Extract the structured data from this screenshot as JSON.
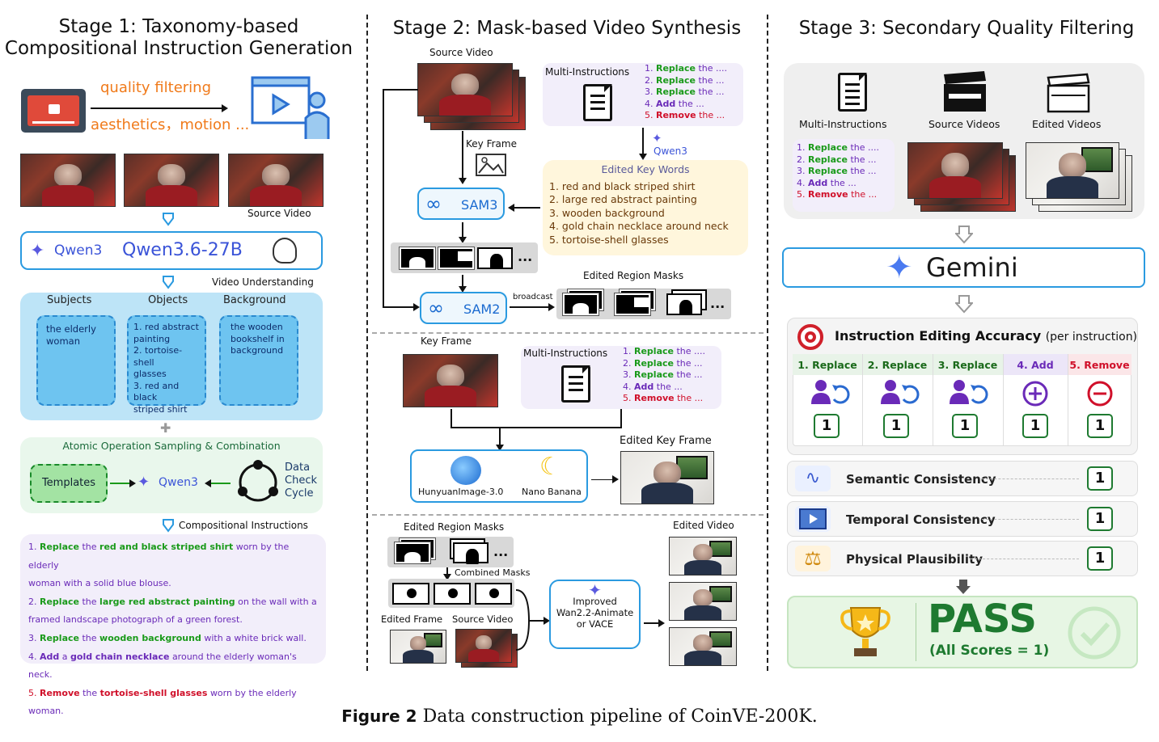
{
  "stage1": {
    "title_line1": "Stage 1: Taxonomy-based",
    "title_line2": "Compositional Instruction Generation",
    "quality_filtering": "quality filtering",
    "aesthetics_motion": "aesthetics，motion ...",
    "source_video": "Source Video",
    "qwen_label": "Qwen3",
    "model_name": "Qwen3.6-27B",
    "video_understanding": "Video Understanding",
    "columns": [
      {
        "header": "Subjects",
        "lines": [
          "the elderly",
          "woman"
        ]
      },
      {
        "header": "Objects",
        "lines": [
          "1. red abstract",
          "painting",
          "2. tortoise-shell",
          "glasses",
          "3. red and black",
          "striped shirt"
        ]
      },
      {
        "header": "Background",
        "lines": [
          "the wooden",
          "bookshelf in",
          "background"
        ]
      }
    ],
    "atomic_title": "Atomic Operation Sampling & Combination",
    "templates": "Templates",
    "qwen3": "Qwen3",
    "cycle_line1": "Data",
    "cycle_line2": "Check",
    "cycle_line3": "Cycle",
    "compositional": "Compositional Instructions",
    "instructions": [
      {
        "num": "1.",
        "op": "Replace",
        "mid": "the",
        "target": "red and black striped shirt",
        "rest": "worn by the elderly",
        "rest2": "woman with a solid blue blouse."
      },
      {
        "num": "2.",
        "op": "Replace",
        "mid": "the",
        "target": "large red abstract painting",
        "rest": "on the wall with a",
        "rest2": "framed landscape photograph of a green forest."
      },
      {
        "num": "3.",
        "op": "Replace",
        "mid": "the",
        "target": "wooden background",
        "rest": "with a white brick wall.",
        "rest2": ""
      },
      {
        "num": "4.",
        "op": "Add",
        "mid": "a",
        "target": "gold chain necklace",
        "rest": "around the elderly woman's neck.",
        "rest2": ""
      },
      {
        "num": "5.",
        "op": "Remove",
        "mid": "the",
        "target": "tortoise-shell glasses",
        "rest": "worn by the elderly woman.",
        "rest2": ""
      }
    ]
  },
  "stage2": {
    "title": "Stage 2: Mask-based Video Synthesis",
    "source_video": "Source Video",
    "multi_instructions": "Multi-Instructions",
    "multi_list": [
      {
        "num": "1.",
        "op": "Replace",
        "rest": "the ...."
      },
      {
        "num": "2.",
        "op": "Replace",
        "rest": "the ..."
      },
      {
        "num": "3.",
        "op": "Replace",
        "rest": "the ..."
      },
      {
        "num": "4.",
        "op": "Add",
        "rest": "the ..."
      },
      {
        "num": "5.",
        "op": "Remove",
        "rest": "the ..."
      }
    ],
    "qwen3": "Qwen3",
    "key_frame": "Key Frame",
    "edited_key_words": "Edited Key Words",
    "key_words": [
      "1. red and black striped shirt",
      "2. large red abstract painting",
      "3. wooden background",
      "4. gold chain necklace around neck",
      "5. tortoise-shell glasses"
    ],
    "sam3": "SAM3",
    "sam2": "SAM2",
    "broadcast": "broadcast",
    "edited_region_masks": "Edited Region Masks",
    "key_frame2": "Key Frame",
    "hunyuan": "HunyuanImage-3.0",
    "nano": "Nano Banana",
    "edited_key_frame": "Edited Key Frame",
    "edited_region_masks2": "Edited Region Masks",
    "combined_masks": "Combined Masks",
    "edited_frame": "Edited Frame",
    "source_video2": "Source Video",
    "improved_line1": "Improved",
    "improved_line2": "Wan2.2-Animate",
    "improved_line3": "or VACE",
    "edited_video": "Edited Video",
    "ellipsis": "..."
  },
  "stage3": {
    "title": "Stage 3: Secondary Quality Filtering",
    "multi_instructions": "Multi-Instructions",
    "source_videos": "Source Videos",
    "edited_videos": "Edited Videos",
    "multi_list": [
      {
        "num": "1.",
        "op": "Replace",
        "rest": "the ...."
      },
      {
        "num": "2.",
        "op": "Replace",
        "rest": "the ..."
      },
      {
        "num": "3.",
        "op": "Replace",
        "rest": "the ..."
      },
      {
        "num": "4.",
        "op": "Add",
        "rest": "the ..."
      },
      {
        "num": "5.",
        "op": "Remove",
        "rest": "the ..."
      }
    ],
    "gemini": "Gemini",
    "accuracy_title": "Instruction Editing Accuracy",
    "accuracy_sub": "(per instruction)",
    "ops": [
      {
        "label": "1. Replace",
        "score": "1",
        "color": "#1a6a1a"
      },
      {
        "label": "2. Replace",
        "score": "1",
        "color": "#1a6a1a"
      },
      {
        "label": "3. Replace",
        "score": "1",
        "color": "#1a6a1a"
      },
      {
        "label": "4. Add",
        "score": "1",
        "color": "#6a2ab8"
      },
      {
        "label": "5. Remove",
        "score": "1",
        "color": "#d0102a"
      }
    ],
    "metrics": [
      {
        "label": "Semantic Consistency",
        "score": "1"
      },
      {
        "label": "Temporal Consistency",
        "score": "1"
      },
      {
        "label": "Physical Plausibility",
        "score": "1"
      }
    ],
    "pass": "PASS",
    "pass_sub": "(All Scores = 1)"
  },
  "caption": {
    "label": "Figure 2",
    "text": "Data construction pipeline of CoinVE-200K."
  },
  "colors": {
    "qwen_blue": "#3b54d8",
    "light_blue": "#a6d8f5",
    "green_op": "#1a9a1a",
    "purple_op": "#6a2ab8",
    "red_op": "#d0102a",
    "pass_green": "#1e7a30",
    "orange": "#f07a1a"
  }
}
